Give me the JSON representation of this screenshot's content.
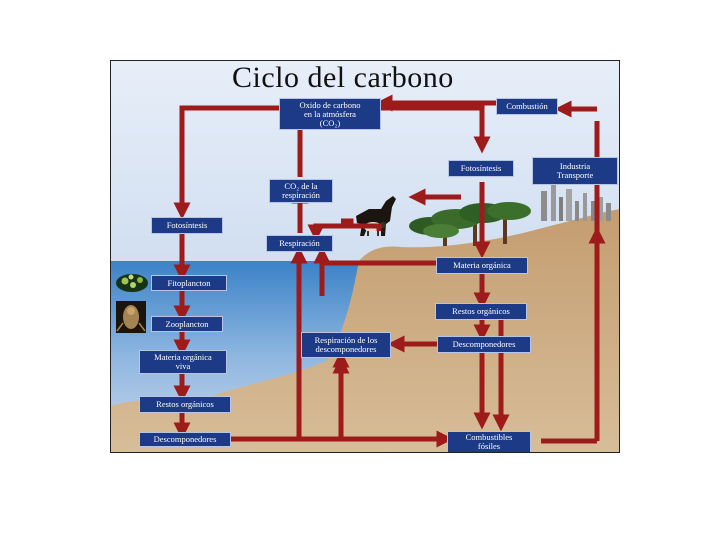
{
  "title": "Ciclo del carbono",
  "colors": {
    "label_box": "#1c3a86",
    "arrow": "#9e1b1b",
    "sky": "#c9d8ec",
    "sea": "#3c7cc0",
    "land": "#c4a27a"
  },
  "labels": {
    "oxido": [
      "Oxido de carbono",
      "en la atmósfera",
      "(CO₂)"
    ],
    "combustion": "Combustión",
    "fotosintesis_tierra": "Fotosíntesis",
    "industria": [
      "Industria",
      "Transporte"
    ],
    "co2_respiracion": [
      "CO₂ de la",
      "respiración"
    ],
    "fotosintesis_mar": "Fotosíntesis",
    "respiracion": "Respiración",
    "materia_organica": "Materia orgánica",
    "fitoplancton": "Fitoplancton",
    "zooplancton": "Zooplancton",
    "restos_organicos_tierra": "Restos orgánicos",
    "materia_organica_viva": [
      "Materia orgánica",
      "viva"
    ],
    "respiracion_descomponedores": [
      "Respiración de los",
      "descomponedores"
    ],
    "descomponedores_tierra": "Descomponedores",
    "restos_organicos_mar": "Restos orgánicos",
    "descomponedores_mar": "Descomponedores",
    "combustibles": [
      "Combustibles",
      "fósiles"
    ]
  },
  "icons": [
    "horse-icon",
    "sheep-icon",
    "trees-icon",
    "factory-icon",
    "phytoplankton-icon",
    "zooplankton-icon"
  ]
}
